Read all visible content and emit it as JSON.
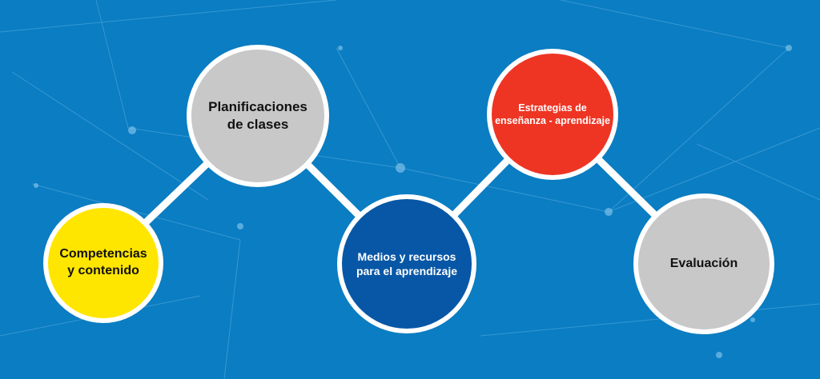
{
  "nodes": [
    {
      "lines": [
        "Competencias",
        "y contenido"
      ],
      "color": "#ffe600",
      "text_color": "#111111"
    },
    {
      "lines": [
        "Planificaciones",
        "de clases"
      ],
      "color": "#c8c8c8",
      "text_color": "#111111"
    },
    {
      "lines": [
        "Medios y recursos",
        "para el aprendizaje"
      ],
      "color": "#0857a6",
      "text_color": "#ffffff"
    },
    {
      "lines": [
        "Estrategias de",
        "enseñanza - aprendizaje"
      ],
      "color": "#ee3524",
      "text_color": "#ffffff"
    },
    {
      "lines": [
        "Evaluación"
      ],
      "color": "#c8c8c8",
      "text_color": "#111111"
    }
  ],
  "colors": {
    "background": "#0b7dc2",
    "connector": "#ffffff"
  }
}
